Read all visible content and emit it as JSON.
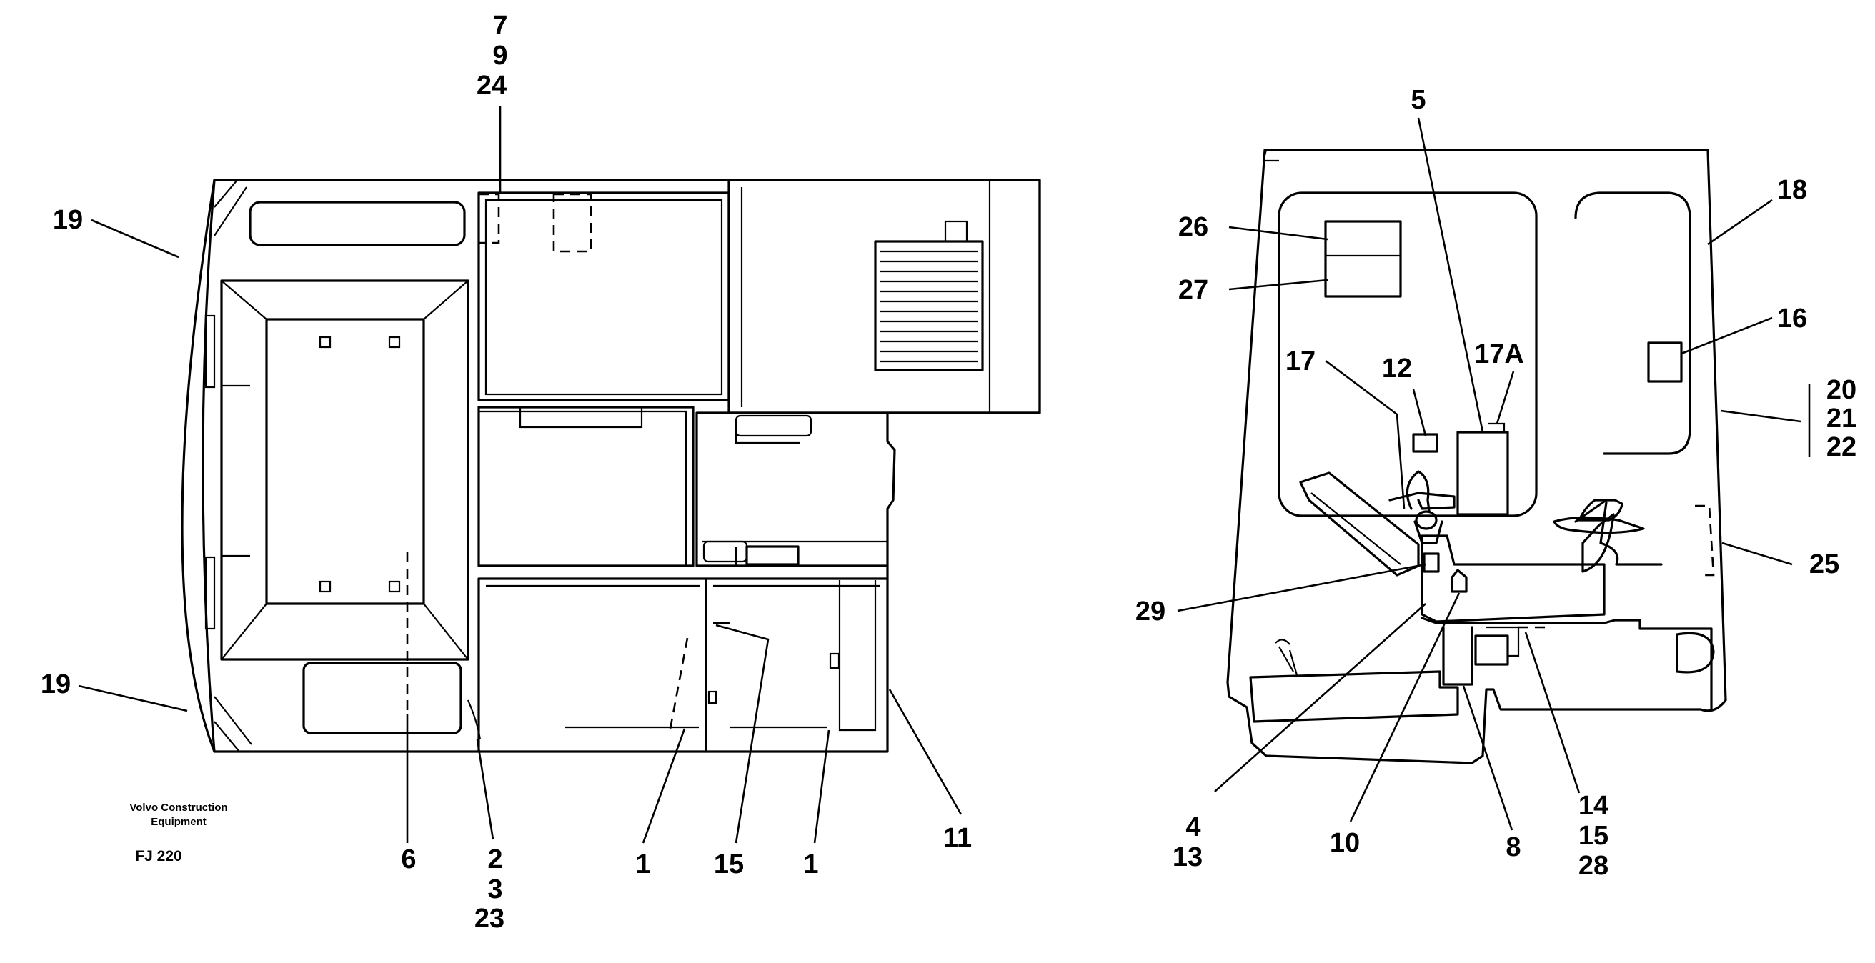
{
  "caption": {
    "company_line1": "Volvo Construction",
    "company_line2": "Equipment",
    "drawing_code": "FJ 220"
  },
  "left_view": {
    "label_7": "7",
    "label_9": "9",
    "label_24": "24",
    "label_19_top": "19",
    "label_19_bottom": "19",
    "label_6": "6",
    "label_2": "2",
    "label_3": "3",
    "label_23": "23",
    "label_1_left": "1",
    "label_15": "15",
    "label_1_right": "1",
    "label_11": "11"
  },
  "right_view": {
    "label_5": "5",
    "label_18": "18",
    "label_26": "26",
    "label_27": "27",
    "label_16": "16",
    "label_17": "17",
    "label_12": "12",
    "label_17a": "17A",
    "label_20": "20",
    "label_21": "21",
    "label_22": "22",
    "label_25": "25",
    "label_29": "29",
    "label_4": "4",
    "label_13": "13",
    "label_10": "10",
    "label_8": "8",
    "label_14": "14",
    "label_15": "15",
    "label_28": "28"
  }
}
